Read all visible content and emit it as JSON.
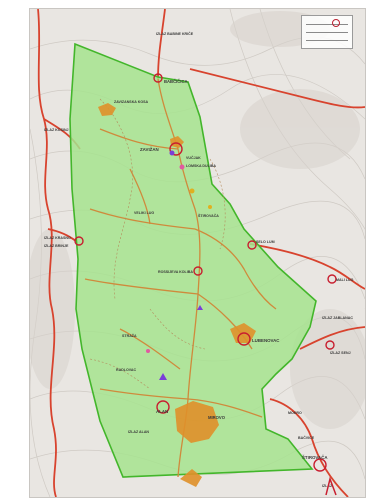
{
  "map": {
    "colors": {
      "park_fill": "#a6e38e",
      "park_border": "#43b62b",
      "road_major": "#d8432e",
      "road_local": "#cf8a3c",
      "river": "#8aa2c8",
      "settlement": "#e0902a",
      "marker": "#c81e2f",
      "background": "#e9e6e2"
    },
    "places": {
      "izlaz_north": "IZLAZ BABINE KRIČE",
      "babcica": "BABČIČICA",
      "zavizan_n": "ZAVIZANSKA KOSA",
      "zavizan": "ZAVIŽAN",
      "wp1": "VUČJAK",
      "wp2": "LOMSKA DULIBA",
      "izlaz_west": "IZLAZ KOSINJ",
      "izlaz_west2": "IZLAZ KRASNO",
      "izlaz_west3": "IZLAZ BRINJE",
      "mid1": "VELIKI LUG",
      "mid2": "ŠTIROVAČA",
      "mid3": "ROSSIJEVA KOLIBA",
      "east1": "SELO LUM",
      "east2": "MALI LUG",
      "east3": "IZLAZ JABLANAC",
      "lubenovac": "LUBENOVAC",
      "east4": "IZLAZ SENJ",
      "south1": "STRAŽA",
      "south2": "RADLOVAC",
      "alan": "ALAN",
      "izlaz_sw": "IZLAZ ALAN",
      "mirovo": "MIROVO",
      "se1": "MOKRO",
      "se2": "BAČVICE",
      "strovaca": "ŠTIROVAČA",
      "izlaz_south": "IZLAZ"
    }
  }
}
